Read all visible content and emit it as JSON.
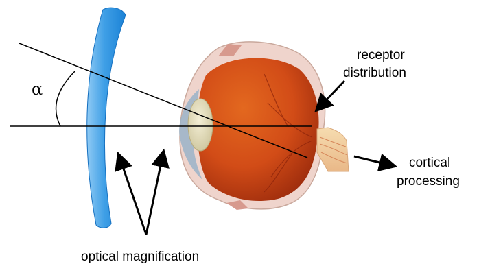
{
  "labels": {
    "angle": "α",
    "receptor_line1": "receptor",
    "receptor_line2": "distribution",
    "cortical_line1": "cortical",
    "cortical_line2": "processing",
    "optical": "optical magnification"
  },
  "colors": {
    "lens_light": "#5fb2ee",
    "lens_dark": "#1b82d6",
    "sclera": "#efd4cc",
    "eyeball": "#d6501a",
    "eyeball_dark": "#a8300e",
    "eye_lens": "#e9e3c2",
    "nerve": "#f2ce9c",
    "line": "#000000"
  }
}
